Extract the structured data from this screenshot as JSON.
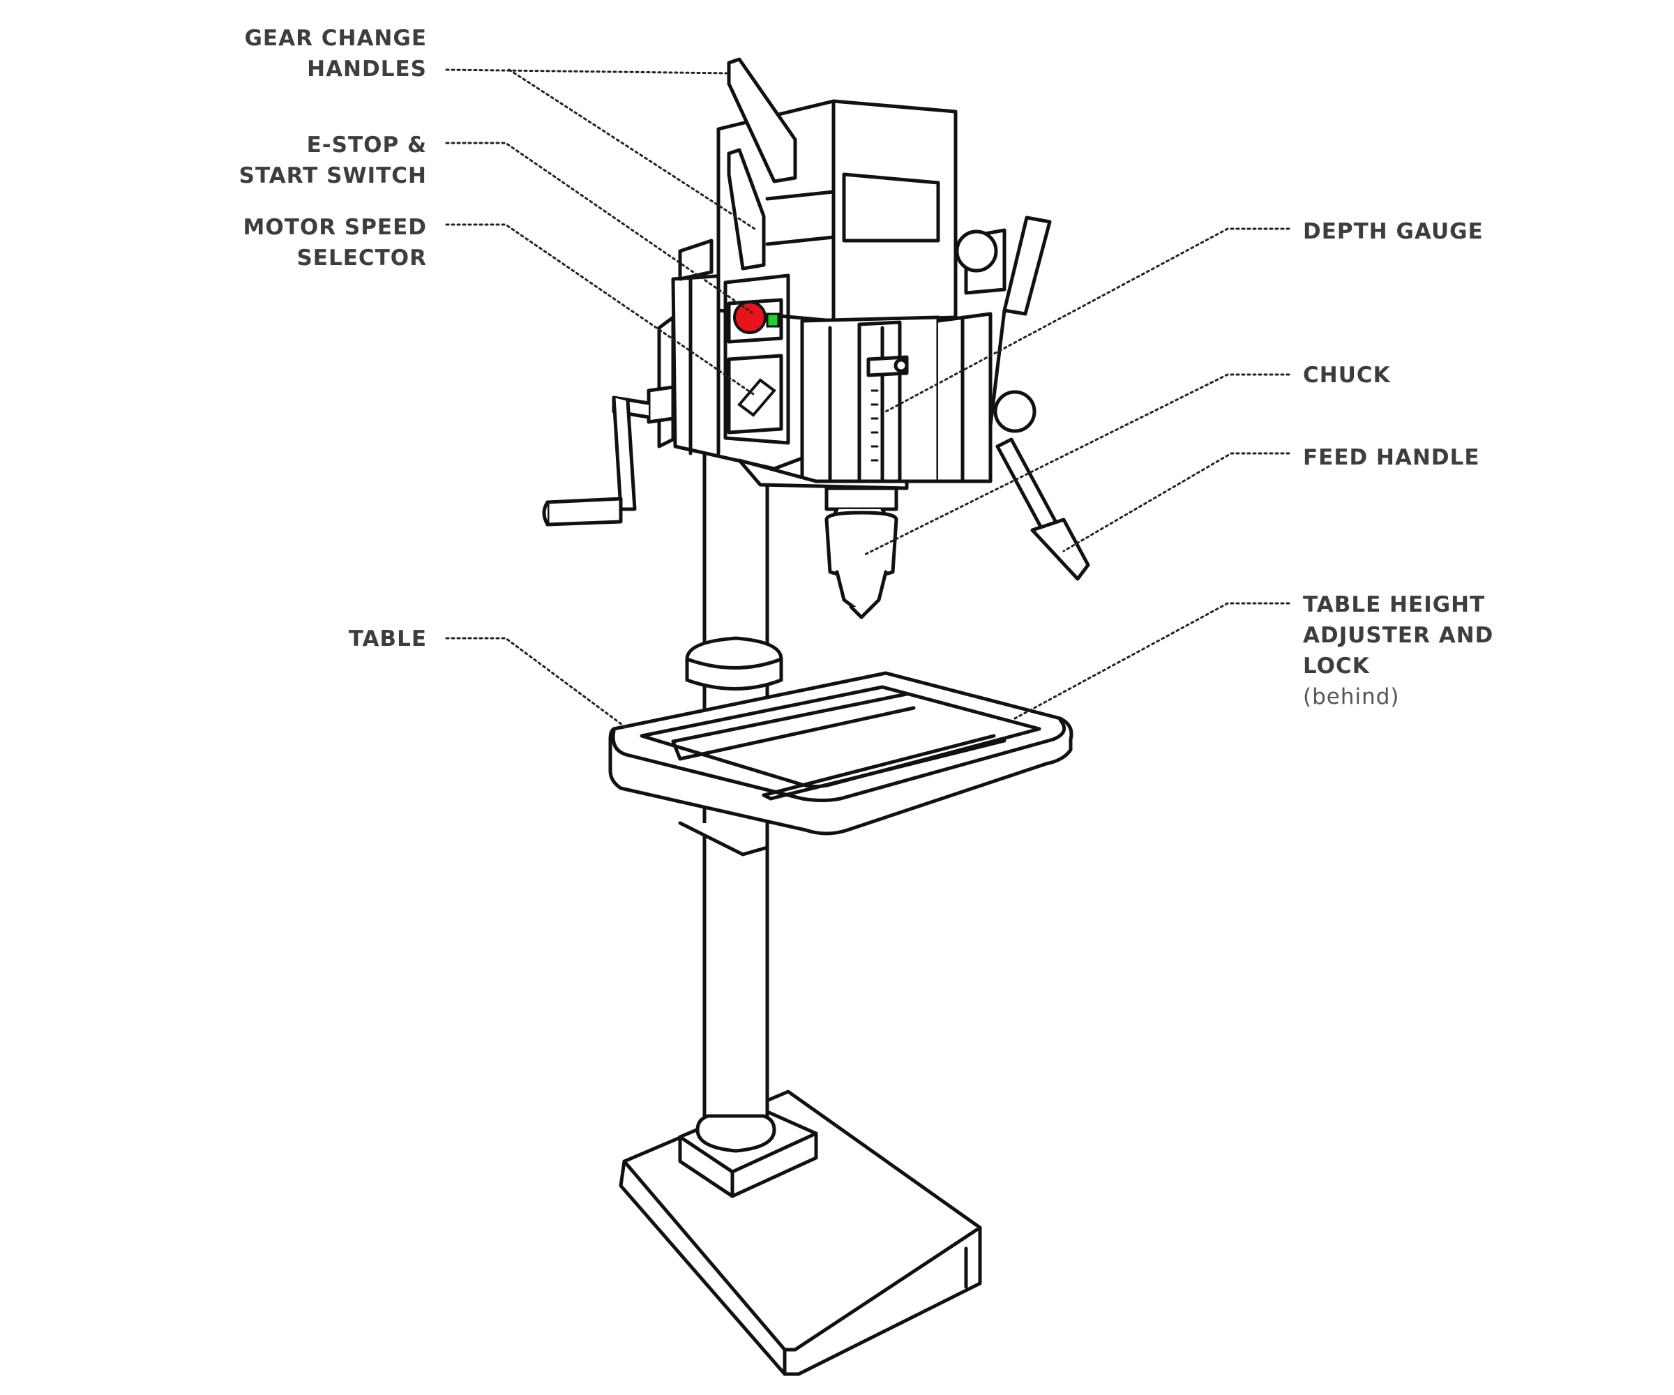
{
  "labels": {
    "gear_change": [
      "GEAR CHANGE",
      "HANDLES"
    ],
    "estop": [
      "E-STOP &",
      "START SWITCH"
    ],
    "motor_speed": [
      "MOTOR SPEED",
      "SELECTOR"
    ],
    "table": [
      "TABLE"
    ],
    "depth_gauge": [
      "DEPTH GAUGE"
    ],
    "chuck": [
      "CHUCK"
    ],
    "feed_handle": [
      "FEED HANDLE"
    ],
    "table_height": [
      "TABLE HEIGHT",
      "ADJUSTER AND",
      "LOCK"
    ],
    "table_height_note": "(behind)"
  },
  "colors": {
    "stroke": "#111111",
    "label": "#3d3d3d",
    "estop": "#e8141b",
    "start": "#1fd12c"
  }
}
